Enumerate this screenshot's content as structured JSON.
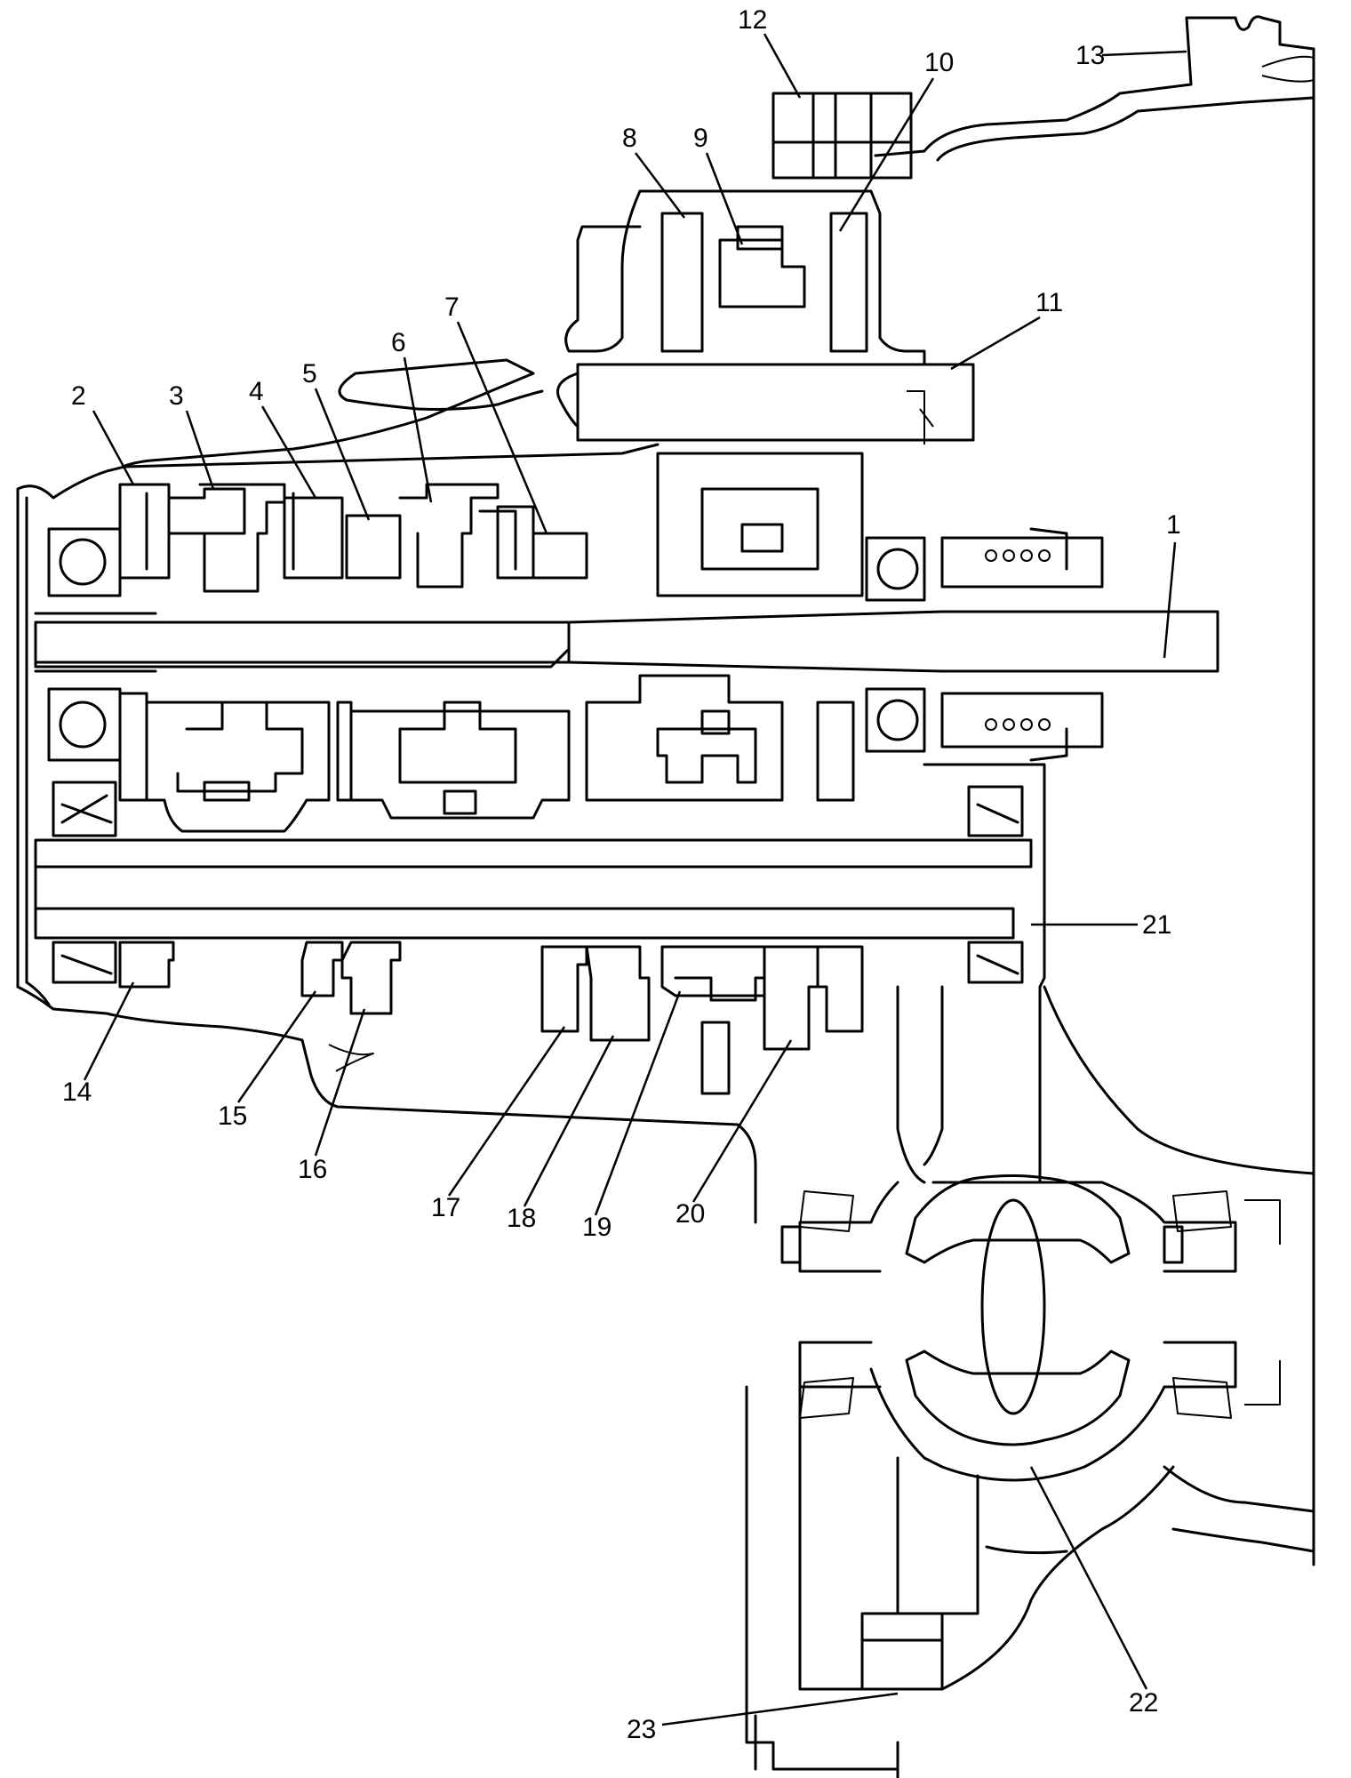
{
  "figure": {
    "part_numbers": [
      "1",
      "2",
      "3",
      "4",
      "5",
      "6",
      "7",
      "8",
      "9",
      "10",
      "11",
      "12",
      "13",
      "14",
      "15",
      "16",
      "17",
      "18",
      "19",
      "20",
      "21",
      "22",
      "23"
    ]
  }
}
